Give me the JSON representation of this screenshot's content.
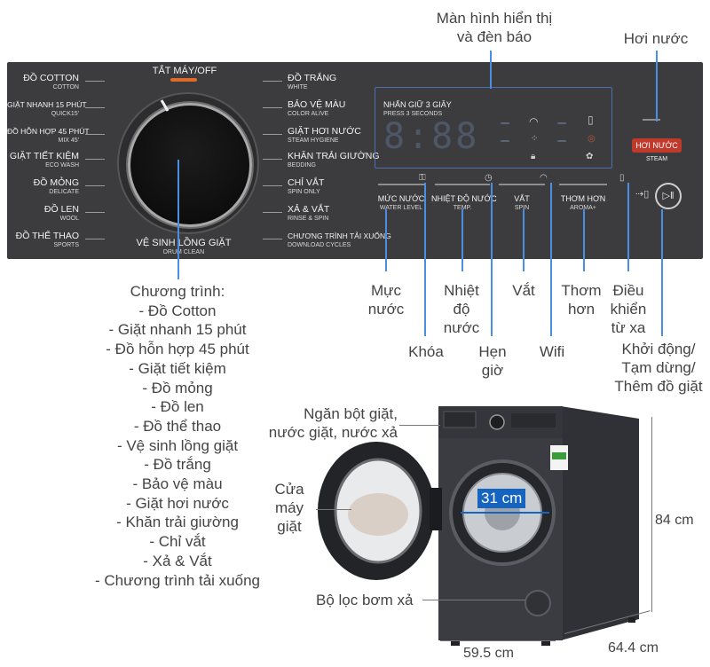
{
  "panel": {
    "dial_top": "TẮT MÁY/OFF",
    "left_programs": [
      {
        "vi": "ĐỒ COTTON",
        "en": "COTTON"
      },
      {
        "vi": "GIẶT NHANH 15 PHÚT",
        "en": "QUICK15'"
      },
      {
        "vi": "ĐỒ HỖN HỢP 45 PHÚT",
        "en": "MIX 45'"
      },
      {
        "vi": "GIẶT TIẾT KIỆM",
        "en": "ECO WASH"
      },
      {
        "vi": "ĐỒ MỎNG",
        "en": "DELICATE"
      },
      {
        "vi": "ĐỒ LEN",
        "en": "WOOL"
      },
      {
        "vi": "ĐỒ THỂ THAO",
        "en": "SPORTS"
      }
    ],
    "dial_bottom": {
      "vi": "VỆ SINH LỒNG GIẶT",
      "en": "DRUM CLEAN"
    },
    "right_programs": [
      {
        "vi": "ĐỒ TRẮNG",
        "en": "WHITE"
      },
      {
        "vi": "BẢO VỆ MÀU",
        "en": "COLOR ALIVE"
      },
      {
        "vi": "GIẶT HƠI NƯỚC",
        "en": "STEAM HYGIENE"
      },
      {
        "vi": "KHĂN TRẢI GIƯỜNG",
        "en": "BEDDING"
      },
      {
        "vi": "CHỈ VẮT",
        "en": "SPIN ONLY"
      },
      {
        "vi": "XẢ & VẮT",
        "en": "RINSE & SPIN"
      },
      {
        "vi": "CHƯƠNG TRÌNH TẢI XUỐNG",
        "en": "DOWNLOAD CYCLES"
      }
    ],
    "display_hint": "NHẤN GIỮ 3 GIÂY",
    "display_hint_en": "PRESS 3 SECONDS",
    "display_digits": "8:88",
    "buttons": [
      {
        "vi": "MỨC NƯỚC",
        "en": "WATER LEVEL"
      },
      {
        "vi": "NHIỆT ĐỘ NƯỚC",
        "en": "TEMP."
      },
      {
        "vi": "VẮT",
        "en": "SPIN"
      },
      {
        "vi": "THƠM HƠN",
        "en": "AROMA+"
      }
    ],
    "steam_button": "HƠI NƯỚC",
    "steam_sub": "STEAM"
  },
  "annotations": {
    "display": [
      "Màn hình hiển thị",
      "và đèn báo"
    ],
    "steam": "Hơi nước",
    "water_level": [
      "Mực",
      "nước"
    ],
    "temperature": [
      "Nhiệt",
      "độ",
      "nước"
    ],
    "spin": "Vắt",
    "aroma": [
      "Thơm",
      "hơn"
    ],
    "remote": [
      "Điều",
      "khiển",
      "từ xa"
    ],
    "lock": "Khóa",
    "timer": [
      "Hẹn",
      "giờ"
    ],
    "wifi": "Wifi",
    "start": [
      "Khởi động/",
      "Tạm dừng/",
      "Thêm đồ giặt"
    ],
    "detergent": [
      "Ngăn bột giặt,",
      "nước giặt, nước xả"
    ],
    "door": [
      "Cửa",
      "máy",
      "giặt"
    ],
    "filter": "Bộ lọc bơm xả",
    "drum_size": "31 cm",
    "height": "84 cm",
    "width": "59.5 cm",
    "depth": "64.4 cm"
  },
  "program_list": {
    "title": "Chương trình:",
    "items": [
      "- Đồ Cotton",
      "- Giặt nhanh 15 phút",
      "- Đồ hỗn hợp 45 phút",
      "- Giặt tiết kiệm",
      "- Đồ mỏng",
      "- Đồ len",
      "- Đồ thể thao",
      "- Vệ sinh lồng giặt",
      "- Đồ trắng",
      "- Bảo vệ màu",
      "- Giặt hơi nước",
      "- Khăn trải giường",
      "- Chỉ vắt",
      "- Xả & Vắt",
      "- Chương trình tải xuống"
    ]
  },
  "colors": {
    "panel": "#3c3c3e",
    "accent_line": "#4a90e2",
    "steam_button": "#c0392b",
    "dial_marker": "#e06a2a",
    "drum_highlight": "#1565c0"
  }
}
